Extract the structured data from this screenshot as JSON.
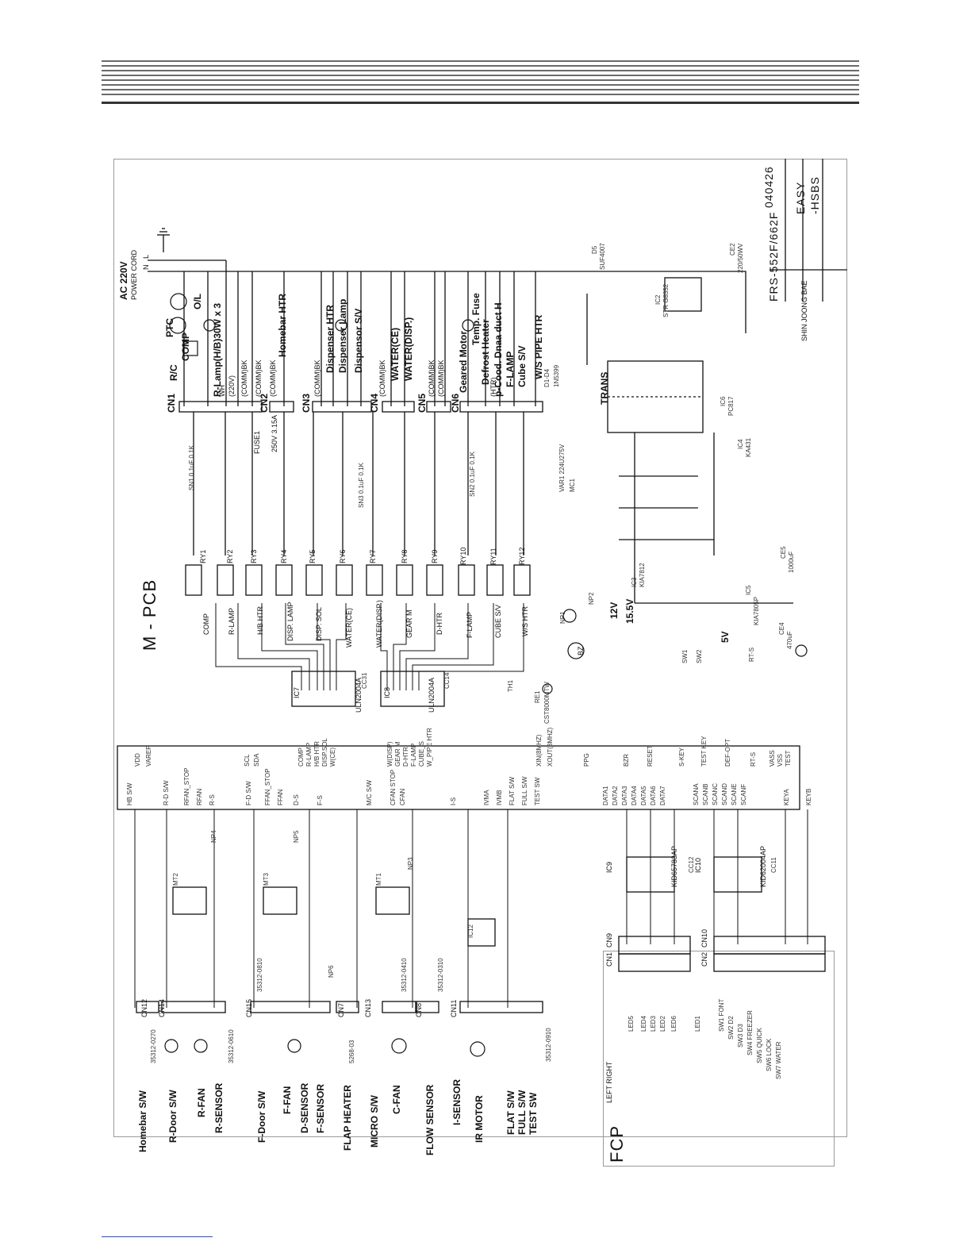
{
  "title_block": {
    "date": "040426",
    "model": "FRS-552F/662F",
    "easy": "EASY",
    "hsbs": "-HSBS",
    "designer": "SHIN JOONG BAE"
  },
  "board_title": "M - PCB",
  "fcp_title": "FCP",
  "power": {
    "ac": "AC 220V",
    "cord": "POWER CORD",
    "n": "N",
    "l": "L"
  },
  "top_loads": [
    "R/C",
    "PTC",
    "COMP",
    "O/L",
    "R-Lamp(H/B)30W x 3",
    "Homebar HTR",
    "Dispenser HTR",
    "Dispenser Lamp",
    "Dispensor S/V",
    "WATER(CE)",
    "WATER(DISP.)",
    "Geared Motor",
    "Temp. Fuse",
    "Defrost Heater",
    "p-Cood. Dnaa duct H",
    "F-LAMP",
    "Cube S/V",
    "W/S PIPE HTR"
  ],
  "cn_labels": [
    "CN1",
    "CN2",
    "CN3",
    "CN4",
    "CN5",
    "CN6"
  ],
  "cn_wires": [
    "WH",
    "(220V)",
    "(COMM)BK",
    "(COMM)BK",
    "(COMM)BK",
    "(COMM)BK",
    "(COMM)BK",
    "(COMM)BK",
    "(COMM)BK",
    "(HTR)"
  ],
  "fuse": {
    "name": "FUSE1",
    "rating": "250V 3.15A"
  },
  "varistors": [
    "SN1 0.1uF 0.1K",
    "SN2 0.1uF 0.1K",
    "SN3 0.1uF 0.1K",
    "VAR1 224U275V",
    "MC1"
  ],
  "relays": [
    "RY1",
    "RY2",
    "RY3",
    "RY4",
    "RY5",
    "RY6",
    "RY7",
    "RY8",
    "RY9",
    "RY10",
    "RY11",
    "RY12"
  ],
  "relay_labels": [
    "COMP",
    "R-LAMP",
    "H/B HTR",
    "DISP. LAMP",
    "DISP. SOL",
    "WATER(CE)",
    "WATER(DISP.)",
    "GEAR M",
    "D-HTR",
    "F-LAMP",
    "CUBE S/V",
    "W/S HTR"
  ],
  "ics": [
    "IC7",
    "ULN2004A",
    "IC8",
    "ULN2004A",
    "CC14",
    "CC31",
    "IC9",
    "KID65783AP",
    "IC10",
    "KID62004AP",
    "CC11",
    "CC12"
  ],
  "power_supply": [
    "TRANS",
    "D1-D4",
    "1N5399",
    "IC6",
    "PC817",
    "IC4",
    "KA431",
    "IC3",
    "KIA7812",
    "IC5",
    "KIA7805P",
    "12V",
    "5V",
    "15.5V",
    "D5",
    "SUF4007",
    "CE2",
    "220/50WV",
    "IC2",
    "STR G8352",
    "CE5",
    "1000uF",
    "CE4",
    "470uF"
  ],
  "mcu_left_pins": [
    "HB S/W",
    "R-D S/W",
    "RFAN_STOP",
    "RFAN",
    "R-S",
    "F-D S/W",
    "FFAN_STOP",
    "FFAN",
    "D-S",
    "F-S",
    "M/C S/W",
    "CFAN STOP",
    "CFAN",
    "I-S",
    "IVMA",
    "IVMB",
    "FLAT S/W",
    "FULL S/W",
    "TEST SW",
    "DATA1",
    "DATA2",
    "DATA3",
    "DATA4",
    "DATA5",
    "DATA6",
    "DATA7",
    "SCANA",
    "SCANB",
    "SCANC",
    "SCAND",
    "SCANE",
    "SCANF",
    "KEYA",
    "KEYB"
  ],
  "mcu_right_pins": [
    "VDD",
    "VAREF",
    "SCL",
    "SDA",
    "COMP",
    "R-LAMP",
    "H/B HTR",
    "DISP.SOL",
    "W(CE)",
    "W(DISP)",
    "GEAR M",
    "D-HTR",
    "F-LAMP",
    "CUBE_S",
    "W_PIPE HTR",
    "XIN(8MHZ)",
    "XOUT(8MHZ)",
    "PPG",
    "BZR",
    "RESET",
    "S-KEY",
    "TEST KEY",
    "DEF-OPT",
    "RT-S",
    "VASS",
    "VSS",
    "TEST"
  ],
  "inputs": [
    {
      "name": "Homebar S/W",
      "cn": "CN12",
      "part": "35312-0270"
    },
    {
      "name": "R-Door S/W",
      "cn": "CN14",
      "part": ""
    },
    {
      "name": "R-FAN",
      "cn": "",
      "part": ""
    },
    {
      "name": "R-SENSOR",
      "cn": "",
      "part": "35312-0610"
    },
    {
      "name": "F-Door S/W",
      "cn": "CN15",
      "part": "35312-0810"
    },
    {
      "name": "F-FAN",
      "cn": "",
      "part": ""
    },
    {
      "name": "D-SENSOR",
      "cn": "",
      "part": ""
    },
    {
      "name": "F-SENSOR",
      "cn": "",
      "part": ""
    },
    {
      "name": "FLAP HEATER",
      "cn": "CN7",
      "part": "5268-03"
    },
    {
      "name": "MICRO S/W",
      "cn": "CN13",
      "part": ""
    },
    {
      "name": "C-FAN",
      "cn": "",
      "part": "35312-0410"
    },
    {
      "name": "FLOW SENSOR",
      "cn": "CN8",
      "part": "35312-0310"
    },
    {
      "name": "I-SENSOR",
      "cn": "CN11",
      "part": ""
    },
    {
      "name": "IR MOTOR",
      "cn": "",
      "part": ""
    },
    {
      "name": "FLAT S/W",
      "cn": "",
      "part": ""
    },
    {
      "name": "FULL S/W",
      "cn": "",
      "part": ""
    },
    {
      "name": "TEST SW",
      "cn": "",
      "part": "35312-0910"
    }
  ],
  "motor_ics": [
    "MT2",
    "MT3",
    "MT1",
    "IC12"
  ],
  "oscillator": {
    "ref": "RE1",
    "part": "CST8000MTW"
  },
  "buzzer": "BZ",
  "switches": [
    "SW1",
    "SW2",
    "NP1",
    "NP2",
    "NP3",
    "NP4",
    "NP5",
    "NP6",
    "TH1",
    "RT-S"
  ],
  "fcp": {
    "connectors": [
      "CN9",
      "CN10",
      "CN1",
      "CN2"
    ],
    "left_right": "LEFT RIGHT",
    "leds": [
      "LED5",
      "LED4",
      "LED3",
      "LED2",
      "LED1",
      "LED6"
    ],
    "keys": [
      "SW1 FONT",
      "SW2 D2",
      "SW3 D3",
      "SW4 FREEZER",
      "SW5 QUICK",
      "SW6 LOCK",
      "SW7 WATER"
    ]
  },
  "colors": {
    "line": "#111111",
    "frame": "#9a9a9a",
    "header": "#6a6a6a",
    "footer_link": "#2a4fd0"
  }
}
